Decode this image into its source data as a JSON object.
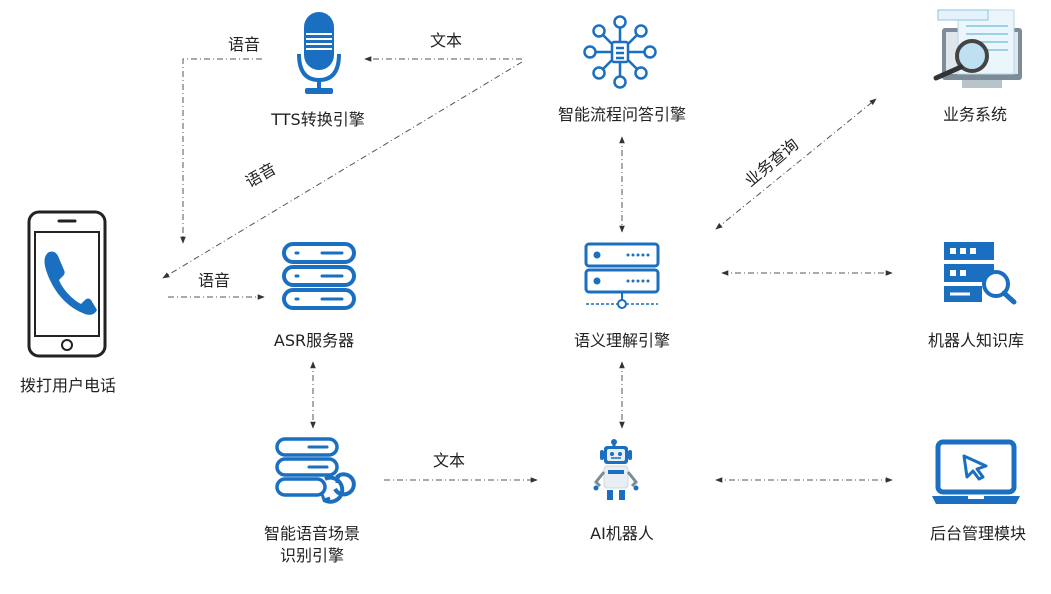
{
  "colors": {
    "primary": "#1a6fc0",
    "line": "#555555",
    "text": "#222222"
  },
  "nodes": {
    "phone": {
      "label": "拨打用户电话",
      "icon": "phone-icon"
    },
    "tts": {
      "label": "TTS转换引擎",
      "icon": "microphone-icon"
    },
    "flow": {
      "label": "智能流程问答引擎",
      "icon": "network-hub-icon"
    },
    "biz": {
      "label": "业务系统",
      "icon": "document-search-icon"
    },
    "asr": {
      "label": "ASR服务器",
      "icon": "server-stack-icon"
    },
    "nlu": {
      "label": "语义理解引擎",
      "icon": "server-network-icon"
    },
    "kb": {
      "label": "机器人知识库",
      "icon": "database-search-icon"
    },
    "scene": {
      "label": "智能语音场景\n识别引擎",
      "icon": "server-refresh-icon"
    },
    "robot": {
      "label": "AI机器人",
      "icon": "robot-icon"
    },
    "admin": {
      "label": "后台管理模块",
      "icon": "laptop-cursor-icon"
    }
  },
  "edges": {
    "flow_to_tts": "文本",
    "tts_to_phone": "语音",
    "flow_to_phone": "语音",
    "phone_to_asr": "语音",
    "nlu_to_biz": "业务查询",
    "scene_to_robot": "文本"
  }
}
